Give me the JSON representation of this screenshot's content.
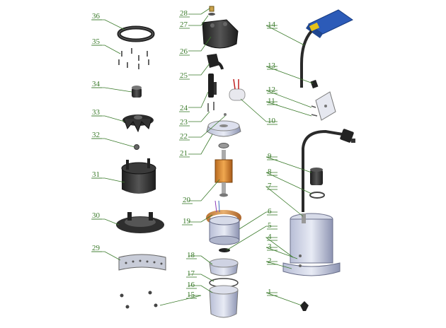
{
  "diagram": {
    "labels": [
      "1",
      "2",
      "3",
      "4",
      "5",
      "6",
      "7",
      "8",
      "9",
      "10",
      "11",
      "12",
      "13",
      "14",
      "15",
      "16",
      "17",
      "18",
      "19",
      "20",
      "21",
      "22",
      "23",
      "24",
      "25",
      "26",
      "27",
      "28",
      "29",
      "30",
      "31",
      "32",
      "33",
      "34",
      "35",
      "36"
    ],
    "colors": {
      "label_green": "#3a7a2a",
      "housing_blue": "#9aa3c4",
      "copper": "#d88a3a",
      "float_blue": "#2c5bb8",
      "float_yellow": "#e6c21a",
      "dark_part": "#2a2a2a"
    }
  }
}
